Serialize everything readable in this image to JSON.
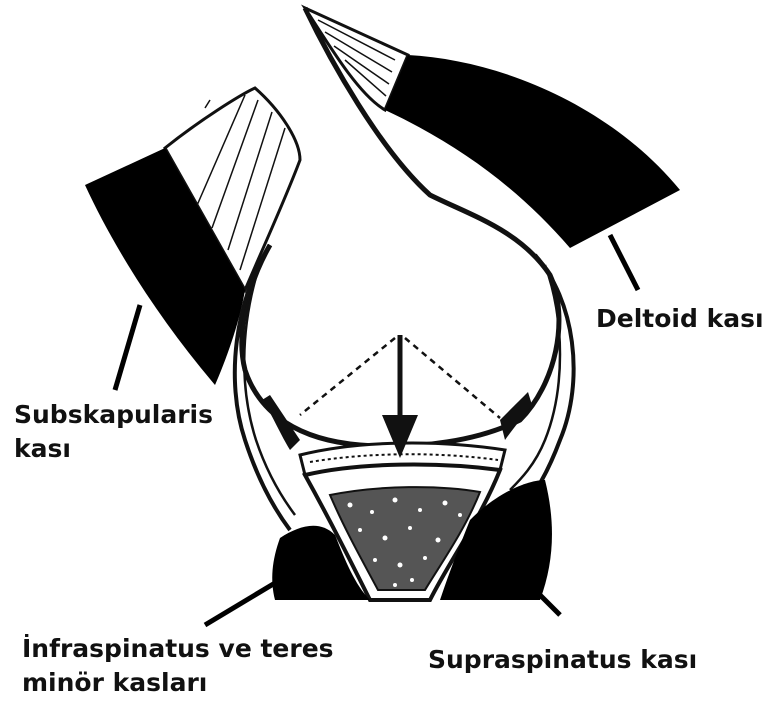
{
  "labels": {
    "deltoid": "Deltoid kası",
    "subskapularis_line1": "Subskapularis",
    "subskapularis_line2": "kası",
    "infraspinatus_line1": "İnfraspinatus ve teres",
    "infraspinatus_line2": "minör kasları",
    "supraspinatus": "Supraspinatus kası"
  },
  "colors": {
    "muscle": "#000000",
    "outline": "#111111",
    "background": "#ffffff"
  }
}
